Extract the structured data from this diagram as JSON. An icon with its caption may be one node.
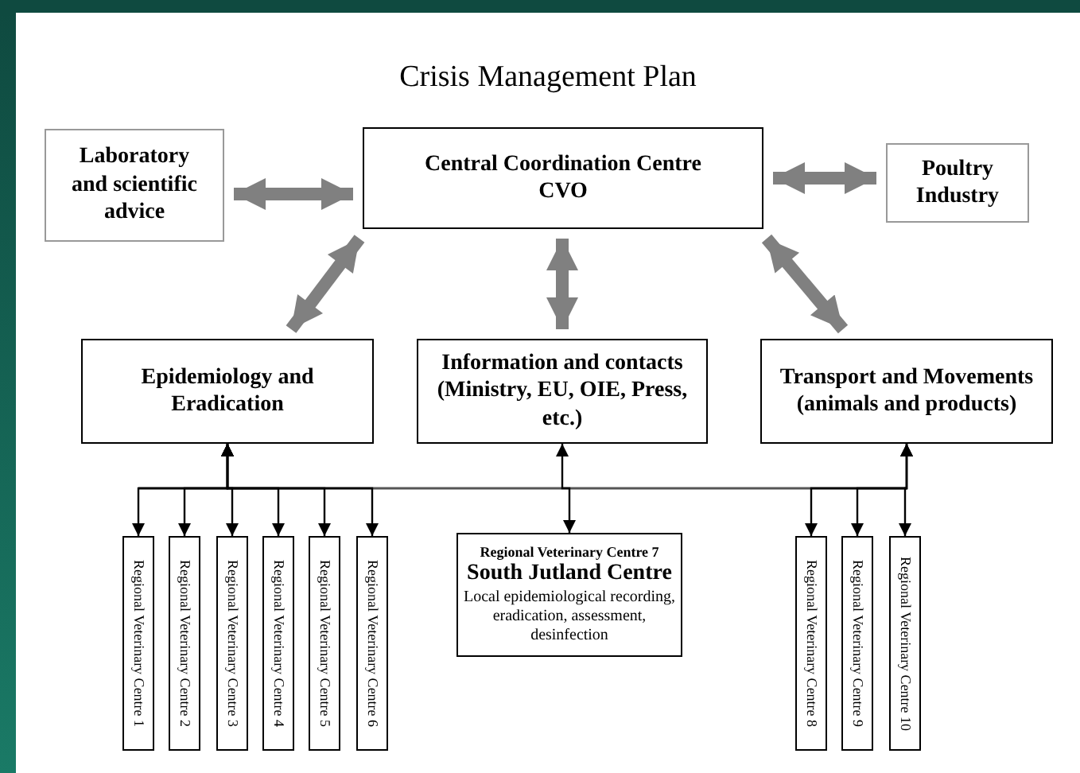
{
  "diagram": {
    "title": "Crisis Management Plan",
    "nodes": [
      {
        "text": [
          "Central Coordination Centre",
          "CVO"
        ]
      },
      {
        "text": [
          "Laboratory and scientific advice"
        ]
      },
      {
        "text": [
          "Poultry Industry"
        ]
      },
      {
        "text": [
          "Epidemiology and Eradication"
        ]
      },
      {
        "text": [
          "Information and contacts (Ministry, EU, OIE, Press, etc.)"
        ]
      },
      {
        "text": [
          "Transport and Movements (animals and products)"
        ]
      },
      {
        "text": [
          "Regional Veterinary Centre 1"
        ]
      },
      {
        "text": [
          "Regional Veterinary Centre 2"
        ]
      },
      {
        "text": [
          "Regional Veterinary Centre 3"
        ]
      },
      {
        "text": [
          "Regional Veterinary Centre 4"
        ]
      },
      {
        "text": [
          "Regional Veterinary Centre 5"
        ]
      },
      {
        "text": [
          "Regional Veterinary Centre 6"
        ]
      },
      {
        "text": [
          "Regional Veterinary Centre 7",
          "South Jutland Centre",
          "Local epidemiological recording, eradication, assessment, desinfection"
        ]
      },
      {
        "text": [
          "Regional Veterinary Centre 8"
        ]
      },
      {
        "text": [
          "Regional Veterinary Centre 9"
        ]
      },
      {
        "text": [
          "Regional Veterinary Centre 10"
        ]
      }
    ],
    "edges": [
      {
        "from": 0,
        "to": 1,
        "arrow": "both",
        "style": "thick",
        "color": "#808080"
      },
      {
        "from": 0,
        "to": 2,
        "arrow": "both",
        "style": "thick",
        "color": "#808080"
      },
      {
        "from": 0,
        "to": 3,
        "arrow": "both",
        "style": "thick",
        "color": "#808080"
      },
      {
        "from": 0,
        "to": 4,
        "arrow": "both",
        "style": "thick",
        "color": "#808080"
      },
      {
        "from": 0,
        "to": 5,
        "arrow": "both",
        "style": "thick",
        "color": "#808080"
      },
      {
        "from": 3,
        "to": 6,
        "arrow": "both"
      },
      {
        "from": 3,
        "to": 7,
        "arrow": "both"
      },
      {
        "from": 3,
        "to": 8,
        "arrow": "both"
      },
      {
        "from": 3,
        "to": 9,
        "arrow": "both"
      },
      {
        "from": 3,
        "to": 10,
        "arrow": "both"
      },
      {
        "from": 3,
        "to": 11,
        "arrow": "both"
      },
      {
        "from": 4,
        "to": 12,
        "arrow": "both"
      },
      {
        "from": 5,
        "to": 13,
        "arrow": "both"
      },
      {
        "from": 5,
        "to": 14,
        "arrow": "both"
      },
      {
        "from": 5,
        "to": 15,
        "arrow": "both"
      }
    ]
  }
}
